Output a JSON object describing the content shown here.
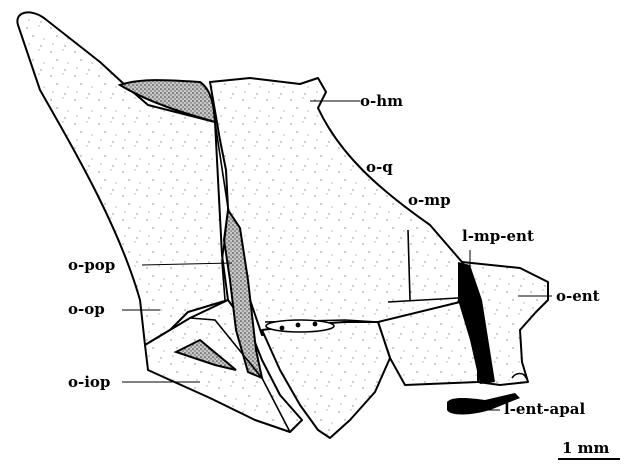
{
  "labels": {
    "o_hm": "o-hm",
    "o_q": "o-q",
    "o_mp": "o-mp",
    "l_mp_ent": "l-mp-ent",
    "o_pop": "o-pop",
    "o_op": "o-op",
    "o_ent": "o-ent",
    "o_iop": "o-iop",
    "l_ent_apal": "l-ent-apal"
  },
  "scale_bar": {
    "label": "1 mm"
  },
  "colors": {
    "ink": "#000000",
    "paper": "#ffffff"
  }
}
